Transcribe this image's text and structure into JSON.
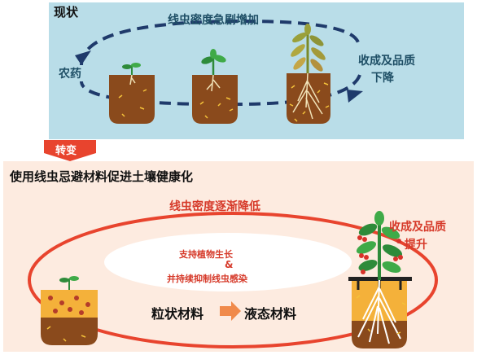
{
  "top": {
    "title": "现状",
    "density_up": "线虫密度急剧增加",
    "pesticide": "农药",
    "yield_down_line1": "收成及品质",
    "yield_down_line2": "下降"
  },
  "transition": {
    "label": "转变"
  },
  "bottom": {
    "title": "使用线虫忌避材料促进土壤健康化",
    "density_down": "线虫密度逐渐降低",
    "yield_up_line1": "收成及品质",
    "yield_up_line2": "提升",
    "support_line1": "支持植物生长",
    "support_amp": "&",
    "support_line2": "并持续抑制线虫感染",
    "granular": "粒状材料",
    "liquid": "液态材料"
  },
  "colors": {
    "top_panel": "#b9dde8",
    "bottom_panel": "#fdebe0",
    "dashed_cycle": "#1f3a6b",
    "red_cycle": "#e8442e",
    "soil": "#8a4a1c",
    "orange_arrow": "#f08a4b"
  }
}
